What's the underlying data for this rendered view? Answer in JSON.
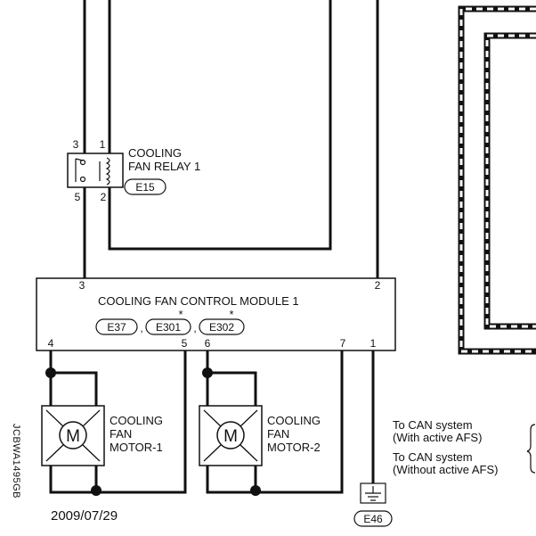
{
  "relay": {
    "label_line1": "COOLING",
    "label_line2": "FAN RELAY 1",
    "connector": "E15",
    "pins": {
      "p3": "3",
      "p1": "1",
      "p5": "5",
      "p2": "2"
    }
  },
  "module": {
    "title": "COOLING FAN CONTROL MODULE 1",
    "connectors": [
      "E37",
      "E301",
      "E302"
    ],
    "star": "*",
    "comma": ",",
    "pins": {
      "top_left": "3",
      "top_right": "2",
      "b4": "4",
      "b5": "5",
      "b6": "6",
      "b7": "7",
      "b1": "1"
    }
  },
  "motor1": {
    "symbol": "M",
    "line1": "COOLING",
    "line2": "FAN",
    "line3": "MOTOR-1"
  },
  "motor2": {
    "symbol": "M",
    "line1": "COOLING",
    "line2": "FAN",
    "line3": "MOTOR-2"
  },
  "ground": {
    "connector": "E46"
  },
  "can": {
    "with_line1": "To CAN system",
    "with_line2": "(With active AFS)",
    "without_line1": "To CAN system",
    "without_line2": "(Without active AFS)"
  },
  "footer": {
    "date": "2009/07/29",
    "code": "JCBWA1495GB"
  }
}
